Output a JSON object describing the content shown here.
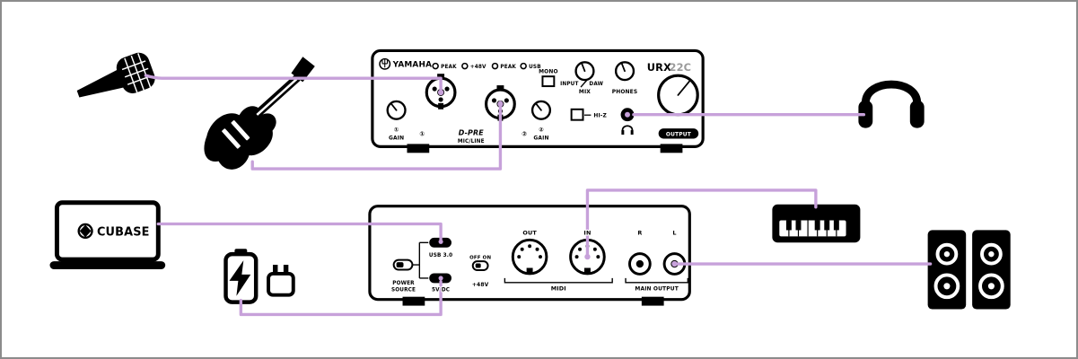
{
  "colors": {
    "accent": "#c7a1da",
    "ink": "#000000",
    "model_light": "#9b9b9b",
    "frame_border": "#8c8c8c"
  },
  "front_panel": {
    "brand": "YAMAHA",
    "model": {
      "bold": "URX",
      "light": "22C"
    },
    "indicators": [
      "PEAK",
      "+48V",
      "PEAK",
      "USB"
    ],
    "mono": "MONO",
    "mix": {
      "input": "INPUT",
      "daw": "DAW",
      "label": "MIX"
    },
    "phones": "PHONES",
    "inputs": {
      "num1": "①",
      "num2": "②",
      "series": "D-PRE",
      "type": "MIC/LINE"
    },
    "gain1": {
      "num": "①",
      "label": "GAIN"
    },
    "gain2": {
      "num": "②",
      "label": "GAIN"
    },
    "hi_z": "HI-Z",
    "output": "OUTPUT"
  },
  "rear_panel": {
    "power_source": {
      "line1": "POWER",
      "line2": "SOURCE"
    },
    "usb": "USB 3.0",
    "dc": "5V DC",
    "phantom": {
      "switch": "OFF ON",
      "label": "+48V"
    },
    "midi": {
      "out": "OUT",
      "in": "IN",
      "group": "MIDI"
    },
    "main_output": {
      "right": "R",
      "left": "L",
      "group": "MAIN OUTPUT"
    }
  },
  "devices": {
    "daw": "CUBASE"
  }
}
